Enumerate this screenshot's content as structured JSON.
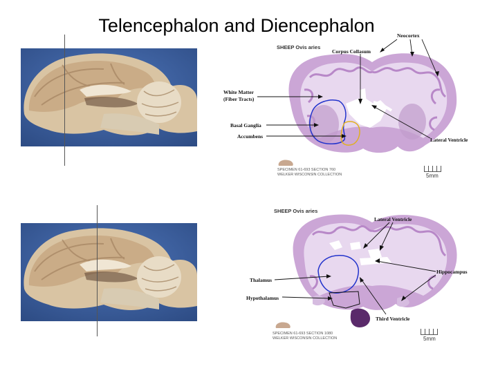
{
  "title": "Telencephalon and Diencephalon",
  "panel_top": {
    "header": "SHEEP Ovis aries",
    "specimen_line1": "SPECIMEN 61-693  SECTION 760",
    "specimen_line2": "WELKER WISCONSIN COLLECTION",
    "scale_label": "5mm",
    "labels": {
      "neocortex": "Neocortex",
      "corpus_collasum": "Corpus Collasum",
      "white_matter_1": "White Matter",
      "white_matter_2": "(Fiber Tracts)",
      "basal_ganglia": "Basal Ganglia",
      "accumbens": "Accumbens",
      "lateral_ventricle": "Lateral Ventricle"
    }
  },
  "panel_bottom": {
    "header": "SHEEP Ovis aries",
    "specimen_line1": "SPECIMEN 61-693  SECTION 1080",
    "specimen_line2": "WELKER WISCONSIN COLLECTION",
    "scale_label": "5mm",
    "labels": {
      "lateral_ventricle": "Lateral Ventricle",
      "hippocampus": "Hippocampus",
      "thalamus": "Thalamus",
      "hypothalamus": "Hypothalamus",
      "third_ventricle": "Third Ventricle"
    }
  },
  "colors": {
    "photo_background": "#3a5d9a",
    "stain": "#c9a9d4",
    "basal_ganglia_outline": "#2233cc",
    "accumbens_outline": "#e0b020",
    "thalamus_outline": "#2233cc",
    "third_ventricle_fill": "#5a2a6a"
  }
}
